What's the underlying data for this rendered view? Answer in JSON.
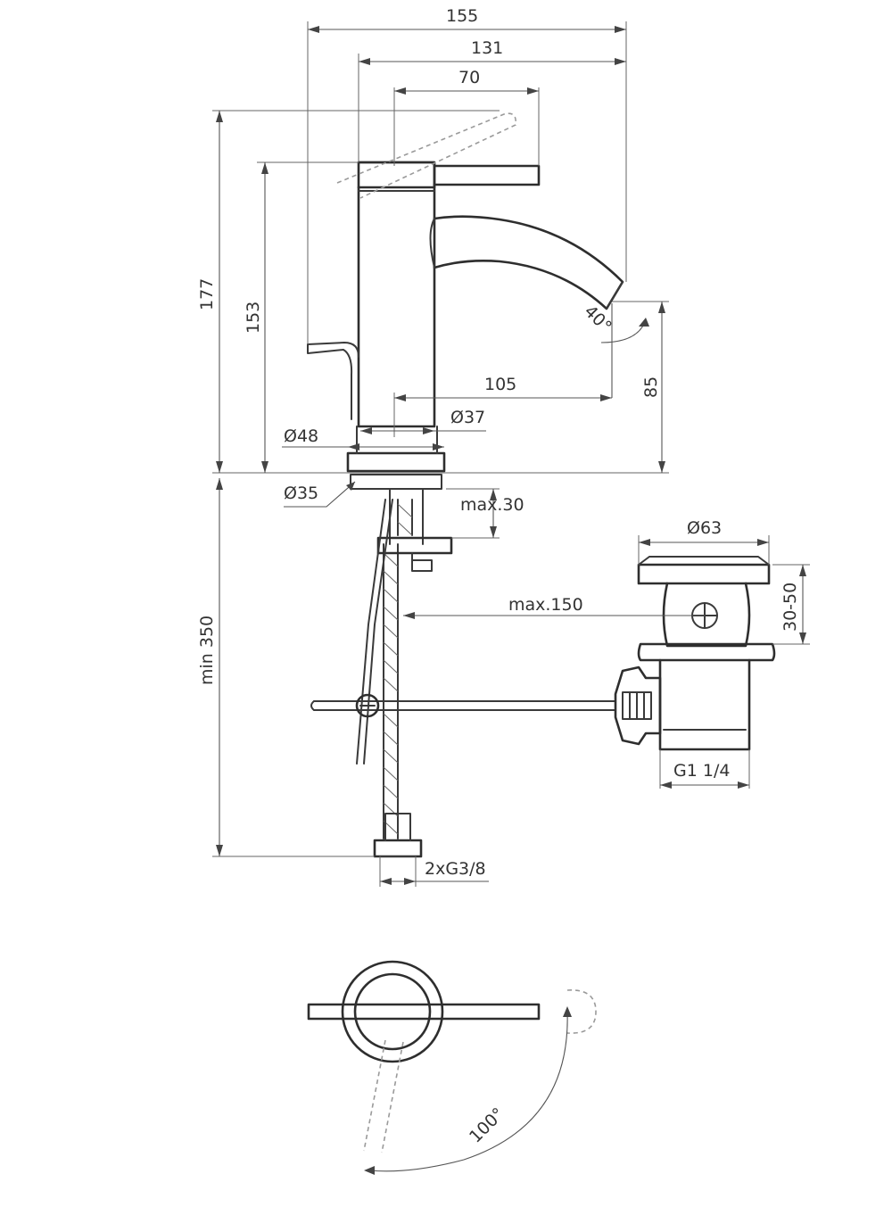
{
  "dimensions": {
    "overall_width": "155",
    "body_to_spout": "131",
    "handle_length": "70",
    "height_handle_raised": "177",
    "height_body": "153",
    "spout_angle": "40°",
    "spout_reach": "105",
    "spout_height": "85",
    "spout_diameter": "Ø37",
    "body_diameter": "Ø48",
    "hole_diameter": "Ø35",
    "max_deck": "max.30",
    "waste_diameter": "Ø63",
    "waste_height": "30-50",
    "max_rod": "max.150",
    "min_pipe": "min 350",
    "waste_thread": "G1 1/4",
    "hose_thread": "2xG3/8",
    "handle_rotation": "100°"
  }
}
